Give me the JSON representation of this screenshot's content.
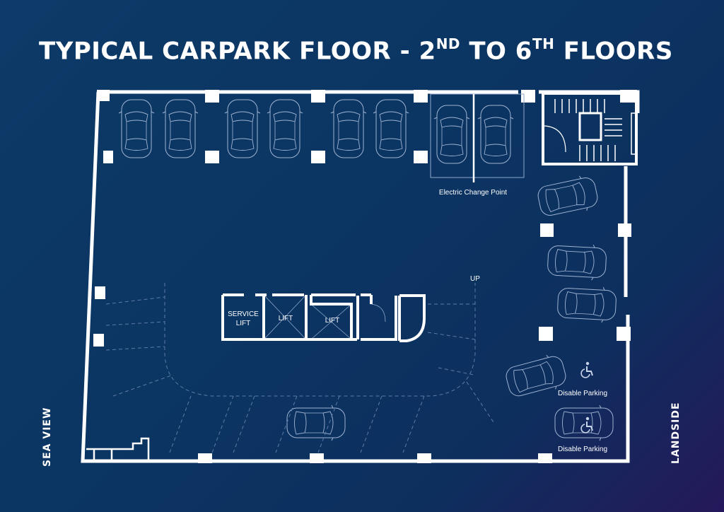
{
  "title": {
    "main": "TYPICAL CARPARK FLOOR - 2",
    "sup1": "ND",
    "mid": " TO 6",
    "sup2": "TH",
    "end": " FLOORS"
  },
  "labels": {
    "electric": "Electric Change Point",
    "up": "UP",
    "service_lift_1": "SERVICE",
    "service_lift_2": "LIFT",
    "lift_1": "LIFT",
    "lift_2": "LIFT",
    "disable_1": "Disable Parking",
    "disable_2": "Disable Parking",
    "sea_view": "SEA VIEW",
    "landside": "LANDSIDE"
  },
  "icons": [
    "wheelchair-icon",
    "car-icon",
    "stair-icon"
  ],
  "colors": {
    "wall": "#ffffff",
    "line": "#8fa7c8",
    "bg_start": "#0d3a68",
    "bg_end": "#25185a"
  }
}
